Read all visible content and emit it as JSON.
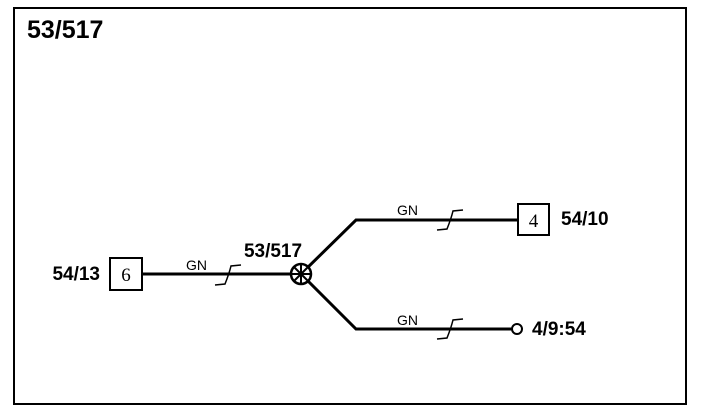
{
  "title": "53/517",
  "splice": {
    "label": "53/517"
  },
  "connectors": {
    "left": {
      "label": "54/13",
      "pin": "6"
    },
    "upper_right": {
      "label": "54/10",
      "pin": "4"
    },
    "lower_right": {
      "label": "4/9:54"
    }
  },
  "wires": {
    "left": {
      "color_code": "GN"
    },
    "upper": {
      "color_code": "GN"
    },
    "lower": {
      "color_code": "GN"
    }
  },
  "colors": {
    "line": "#000000",
    "background": "#ffffff"
  }
}
